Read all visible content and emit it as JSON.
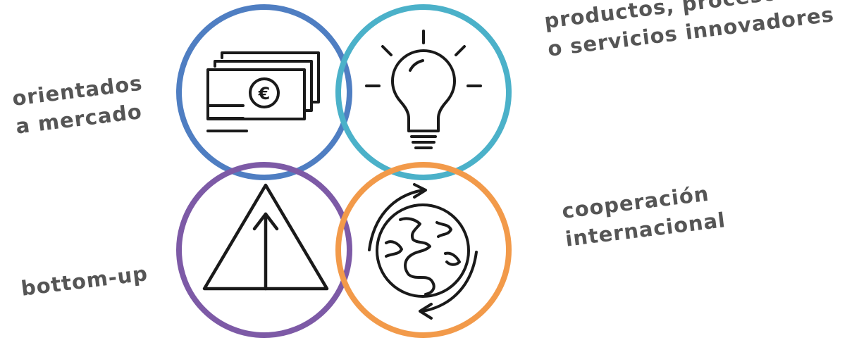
{
  "labels": {
    "market": [
      "orientados",
      "a mercado"
    ],
    "innovation": [
      "productos, procesos",
      "o servicios innovadores"
    ],
    "cooperation": [
      "cooperación",
      "internacional"
    ],
    "bottom_up": [
      "bottom-up"
    ]
  },
  "icons": {
    "market": "money-euro-icon",
    "innovation": "lightbulb-icon",
    "bottom_up": "triangle-arrow-up-icon",
    "cooperation": "globe-arrows-icon",
    "euro_symbol": "€"
  },
  "colors": {
    "circle_market": "#4f7ec2",
    "circle_innovation": "#4bb1c9",
    "circle_bottom_up": "#7d5aa6",
    "circle_cooperation": "#f29a4a",
    "icon_stroke": "#1a1a1a",
    "label_text": "#555555"
  }
}
